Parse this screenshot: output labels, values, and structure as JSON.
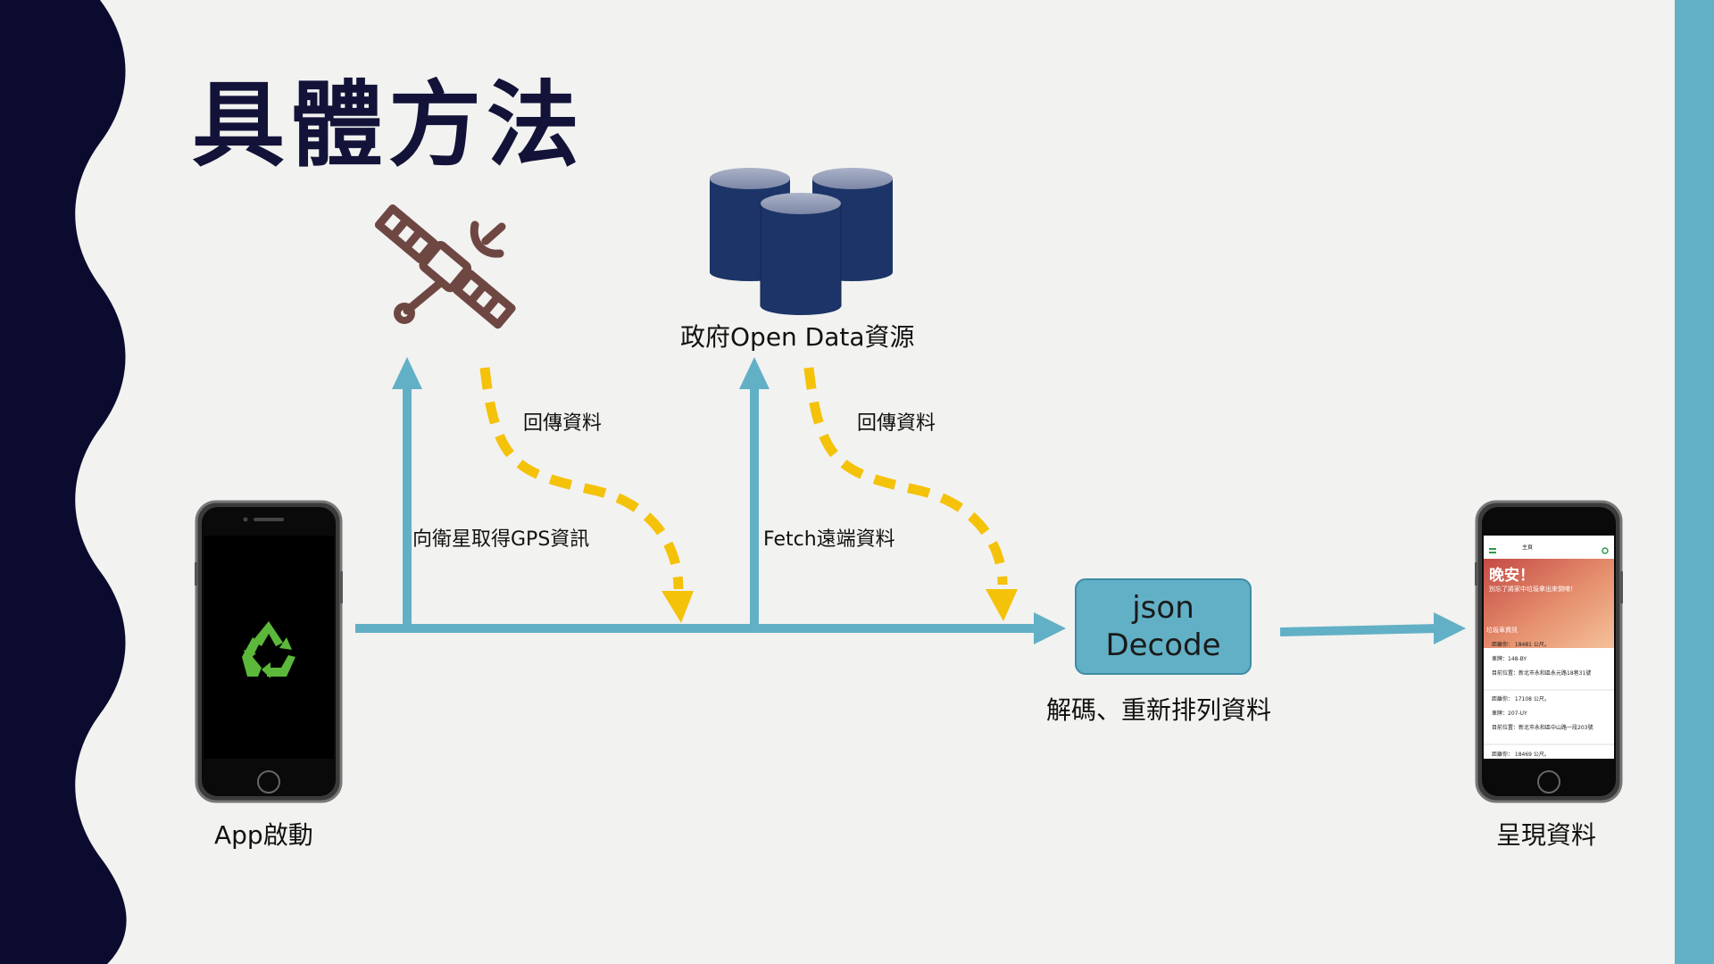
{
  "slide": {
    "title": "具體方法"
  },
  "nodes": {
    "satellite_icon": "satellite-icon",
    "database_icon": "database-icon",
    "opendata_label": "政府Open Data資源",
    "app_start_label": "App啟動",
    "show_data_label": "呈現資料",
    "decode_box": {
      "line1": "json",
      "line2": "Decode"
    },
    "decode_caption": "解碼、重新排列資料"
  },
  "edges": {
    "to_satellite": "向衛星取得GPS資訊",
    "from_satellite": "回傳資料",
    "fetch_remote": "Fetch遠端資料",
    "from_opendata": "回傳資料"
  },
  "phone_screen": {
    "greeting": "晚安！",
    "subtitle": "別忘了將家中垃圾拿出來倒唷！",
    "nav_title": "主頁",
    "section": "垃圾車資訊",
    "entries": [
      {
        "distance": "距離你： 18481 公尺。",
        "plate": "車牌：148-BY",
        "location": "目前位置：新北市永和區永元路18巷31號"
      },
      {
        "distance": "距離你： 17108 公尺。",
        "plate": "車牌：207-UY",
        "location": "目前位置：新北市永和區中山路一段203號"
      },
      {
        "distance": "距離你： 18469 公尺。"
      }
    ]
  },
  "colors": {
    "navy": "#0b0b2f",
    "arrow_blue": "#62b0c6",
    "dash_yellow": "#f5c20a",
    "satellite_brown": "#6e4743",
    "db_blue": "#1c3468",
    "recycle_green": "#5cb83a"
  }
}
